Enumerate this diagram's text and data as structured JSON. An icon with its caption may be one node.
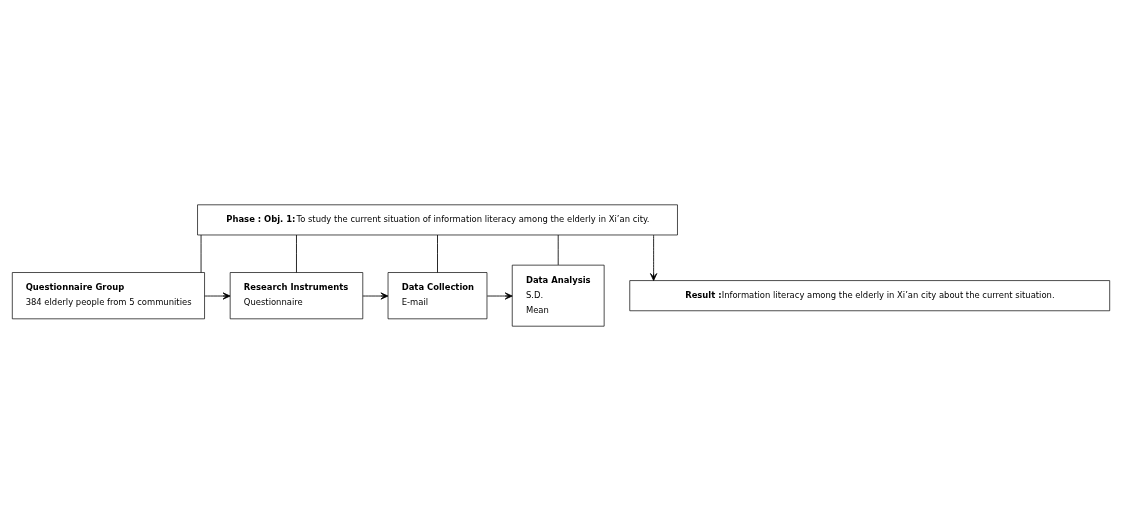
{
  "diagram": {
    "nodes": [
      {
        "text": [
          "Phase : Obj. 1:",
          "To study the current situation of information literacy among the elderly in Xi’an city."
        ]
      },
      {
        "text": [
          "Questionnaire Group",
          "384 elderly people from 5 communities"
        ]
      },
      {
        "text": [
          "Research Instruments",
          "Questionnaire"
        ]
      },
      {
        "text": [
          "Data Collection",
          "E-mail"
        ]
      },
      {
        "text": [
          "Data Analysis",
          "S.D.",
          "Mean"
        ]
      },
      {
        "text": [
          "Result :",
          "Information literacy among the elderly in Xi’an city about the current situation."
        ]
      }
    ],
    "edges": [
      {
        "from": 0,
        "to": 1,
        "arrow": "none"
      },
      {
        "from": 0,
        "to": 2,
        "arrow": "none"
      },
      {
        "from": 0,
        "to": 3,
        "arrow": "none"
      },
      {
        "from": 0,
        "to": 4,
        "arrow": "none"
      },
      {
        "from": 1,
        "to": 2,
        "arrow": "to"
      },
      {
        "from": 2,
        "to": 3,
        "arrow": "to"
      },
      {
        "from": 3,
        "to": 4,
        "arrow": "to"
      },
      {
        "from": 0,
        "to": 5,
        "arrow": "to"
      }
    ]
  }
}
